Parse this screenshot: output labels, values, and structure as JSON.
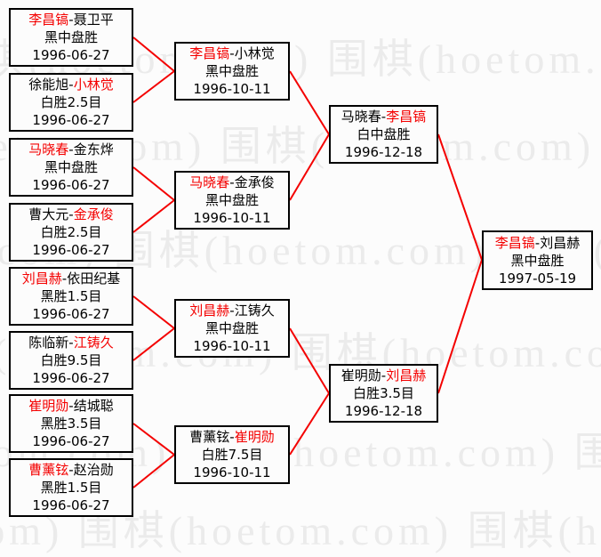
{
  "sep": "-",
  "watermark": {
    "unit": "围棋(hoetom.com)",
    "row": "围棋(hoetom.com) 围棋(hoetom.com) 围棋(hoetom.com) 围棋(hoetom.com)"
  },
  "colors": {
    "winner_name": "#f40000",
    "connector_line": "#f40000",
    "box_border": "#000000",
    "text": "#000000",
    "watermark": "#ebebeb"
  },
  "rounds": {
    "r16": [
      {
        "p1": "李昌镐",
        "p2": "聂卫平",
        "winner": "p1",
        "result": "黑中盘胜",
        "date": "1996-06-27"
      },
      {
        "p1": "徐能旭",
        "p2": "小林觉",
        "winner": "p2",
        "result": "白胜2.5目",
        "date": "1996-06-27"
      },
      {
        "p1": "马晓春",
        "p2": "金东烨",
        "winner": "p1",
        "result": "黑中盘胜",
        "date": "1996-06-27"
      },
      {
        "p1": "曹大元",
        "p2": "金承俊",
        "winner": "p2",
        "result": "白胜2.5目",
        "date": "1996-06-27"
      },
      {
        "p1": "刘昌赫",
        "p2": "依田纪基",
        "winner": "p1",
        "result": "黑胜1.5目",
        "date": "1996-06-27"
      },
      {
        "p1": "陈临新",
        "p2": "江铸久",
        "winner": "p2",
        "result": "白胜9.5目",
        "date": "1996-06-27"
      },
      {
        "p1": "崔明勋",
        "p2": "结城聪",
        "winner": "p1",
        "result": "黑胜3.5目",
        "date": "1996-06-27"
      },
      {
        "p1": "曹薰铉",
        "p2": "赵治勋",
        "winner": "p1",
        "result": "黑胜1.5目",
        "date": "1996-06-27"
      }
    ],
    "qf": [
      {
        "p1": "李昌镐",
        "p2": "小林觉",
        "winner": "p1",
        "result": "黑中盘胜",
        "date": "1996-10-11"
      },
      {
        "p1": "马晓春",
        "p2": "金承俊",
        "winner": "p1",
        "result": "黑中盘胜",
        "date": "1996-10-11"
      },
      {
        "p1": "刘昌赫",
        "p2": "江铸久",
        "winner": "p1",
        "result": "黑中盘胜",
        "date": "1996-10-11"
      },
      {
        "p1": "曹薰铉",
        "p2": "崔明勋",
        "winner": "p2",
        "result": "白胜7.5目",
        "date": "1996-10-11"
      }
    ],
    "sf": [
      {
        "p1": "马晓春",
        "p2": "李昌镐",
        "winner": "p2",
        "result": "白中盘胜",
        "date": "1996-12-18"
      },
      {
        "p1": "崔明勋",
        "p2": "刘昌赫",
        "winner": "p2",
        "result": "白胜3.5目",
        "date": "1996-12-18"
      }
    ],
    "final": [
      {
        "p1": "李昌镐",
        "p2": "刘昌赫",
        "winner": "p1",
        "result": "黑中盘胜",
        "date": "1997-05-19"
      }
    ]
  }
}
